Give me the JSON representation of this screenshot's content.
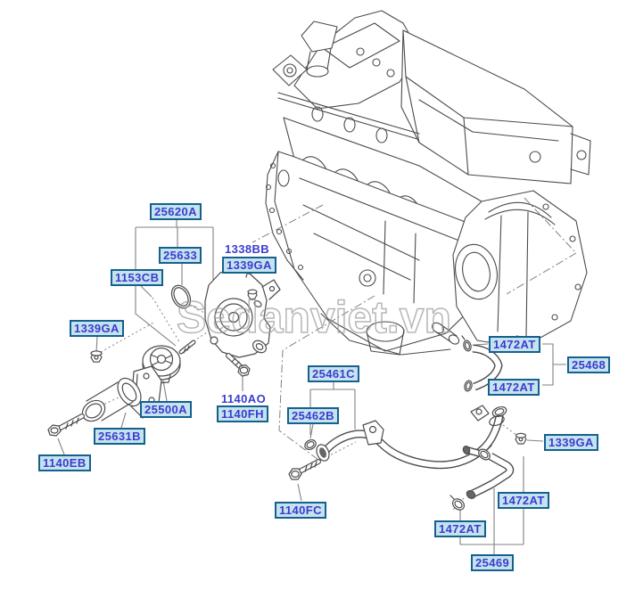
{
  "watermark": "Sedanviet.vn",
  "colors": {
    "label_text": "#3a3ccf",
    "label_bg": "#c5e3ee",
    "label_border": "#15608f",
    "line": "#4b4b4b",
    "leader": "#828282",
    "watermark": "#9e9e9e"
  },
  "labels": [
    {
      "id": "25620A",
      "text": "25620A",
      "boxed": true
    },
    {
      "id": "25633",
      "text": "25633",
      "boxed": true
    },
    {
      "id": "1153CB",
      "text": "1153CB",
      "boxed": true
    },
    {
      "id": "1338BB",
      "text": "1338BB",
      "boxed": false
    },
    {
      "id": "1339GA-housing",
      "text": "1339GA",
      "boxed": true
    },
    {
      "id": "1339GA-left",
      "text": "1339GA",
      "boxed": true
    },
    {
      "id": "25500A",
      "text": "25500A",
      "boxed": true
    },
    {
      "id": "25631B",
      "text": "25631B",
      "boxed": true
    },
    {
      "id": "1140EB",
      "text": "1140EB",
      "boxed": true
    },
    {
      "id": "1140AO",
      "text": "1140AO",
      "boxed": false
    },
    {
      "id": "1140FH",
      "text": "1140FH",
      "boxed": true
    },
    {
      "id": "25461C",
      "text": "25461C",
      "boxed": true
    },
    {
      "id": "25462B",
      "text": "25462B",
      "boxed": true
    },
    {
      "id": "1140FC",
      "text": "1140FC",
      "boxed": true
    },
    {
      "id": "1472AT-upper",
      "text": "1472AT",
      "boxed": true
    },
    {
      "id": "25468",
      "text": "25468",
      "boxed": true
    },
    {
      "id": "1472AT-lower",
      "text": "1472AT",
      "boxed": true
    },
    {
      "id": "1339GA-right",
      "text": "1339GA",
      "boxed": true
    },
    {
      "id": "1472AT-hose-right",
      "text": "1472AT",
      "boxed": true
    },
    {
      "id": "1472AT-hose-left",
      "text": "1472AT",
      "boxed": true
    },
    {
      "id": "25469",
      "text": "25469",
      "boxed": true
    }
  ]
}
